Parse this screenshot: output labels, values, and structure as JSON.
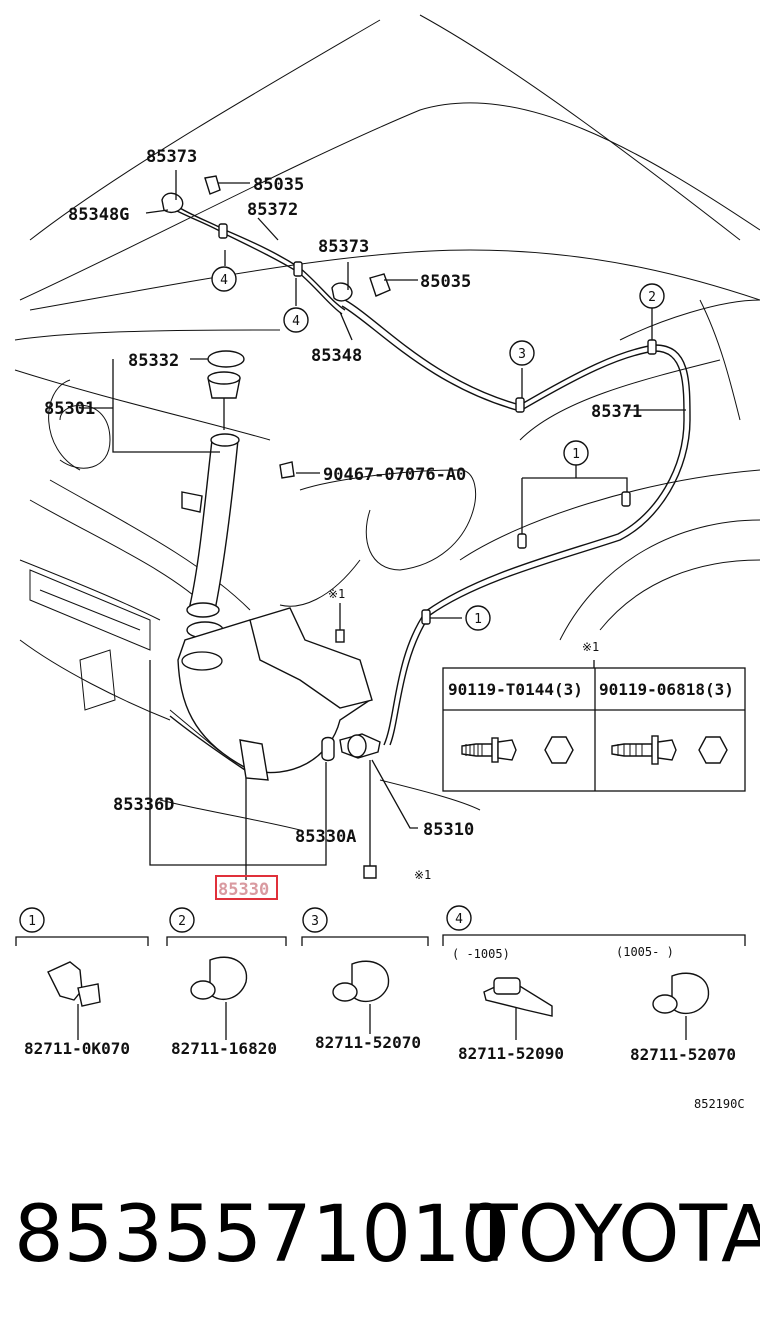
{
  "callouts": {
    "c85373_top": "85373",
    "c85035_top": "85035",
    "c85348G": "85348G",
    "c85372": "85372",
    "c85373_mid": "85373",
    "c85035_mid": "85035",
    "c85348": "85348",
    "c85332": "85332",
    "c85301": "85301",
    "c90467": "90467-07076-A0",
    "c85371": "85371",
    "c_star1_top": "※1",
    "c_star1_mid": "※1",
    "c_star1_bolt": "※1",
    "c85336D": "85336D",
    "c85330A": "85330A",
    "c85310": "85310",
    "c85330": "85330"
  },
  "circle_refs": {
    "r4a": "4",
    "r4b": "4",
    "r3": "3",
    "r2": "2",
    "r1a": "1",
    "r1b": "1"
  },
  "fastener_table": {
    "col1": "90119-T0144(3)",
    "col2": "90119-06818(3)"
  },
  "clips": {
    "c1_ref": "1",
    "c1_part": "82711-0K070",
    "c2_ref": "2",
    "c2_part": "82711-16820",
    "c3_ref": "3",
    "c3_part": "82711-52070",
    "c4_ref": "4",
    "c4a_range": "(     -1005)",
    "c4a_part": "82711-52090",
    "c4b_range": "(1005-      )",
    "c4b_part": "82711-52070"
  },
  "diagram_code": "852190C",
  "footer": {
    "part_number": "8535571010",
    "brand": "TOYOTA"
  },
  "colors": {
    "line": "#111111",
    "highlight": "#e0303a"
  }
}
